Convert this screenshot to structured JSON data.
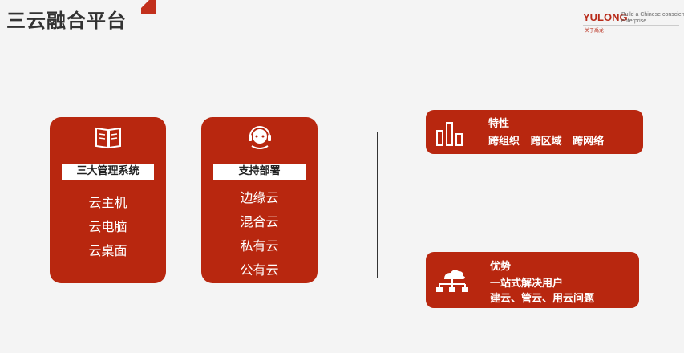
{
  "header": {
    "title": "三云融合平台",
    "logo_brand": "YULONG",
    "logo_tagline": "Build a Chinese conscience enterprise",
    "logo_sub": "关于禹龙"
  },
  "cards": {
    "left": {
      "label": "三大管理系统",
      "items": [
        "云主机",
        "云电脑",
        "云桌面"
      ]
    },
    "middle": {
      "label": "支持部署",
      "items": [
        "边缘云",
        "混合云",
        "私有云",
        "公有云"
      ]
    }
  },
  "panels": {
    "features": {
      "heading": "特性",
      "line": "跨组织   跨区域   跨网络"
    },
    "advantages": {
      "heading": "优势",
      "line1": "一站式解决用户",
      "line2": "建云、管云、用云问题"
    }
  },
  "icons": {
    "left_card": "book-icon",
    "middle_card": "headset-icon",
    "features_panel": "bar-chart-icon",
    "advantages_panel": "cloud-network-icon"
  },
  "colors": {
    "accent": "#b8270f",
    "title": "#333333",
    "background": "#f4f4f4"
  }
}
